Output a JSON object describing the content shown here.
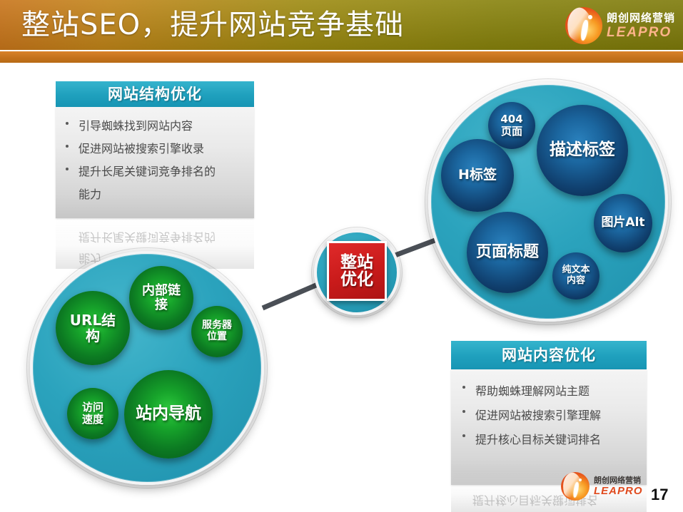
{
  "header": {
    "title": "整站SEO，提升网站竞争基础",
    "logo_cn": "朗创网络营销",
    "logo_en": "LEAPRO"
  },
  "footer": {
    "logo_cn": "朗创网络营销",
    "logo_en": "LEAPRO",
    "page_number": "17"
  },
  "center_badge": {
    "line1": "整站",
    "line2": "优化"
  },
  "panels": [
    {
      "id": "structure",
      "title": "网站结构优化",
      "bullets": [
        "引导蜘蛛找到网站内容",
        "促进网站被搜索引擎收录",
        "提升长尾关键词竞争排名的",
        "能力"
      ]
    },
    {
      "id": "content",
      "title": "网站内容优化",
      "bullets": [
        "帮助蜘蛛理解网站主题",
        "促进网站被搜索引擎理解",
        "提升核心目标关键词排名"
      ]
    }
  ],
  "clusters": [
    {
      "id": "structure-cluster",
      "color": "green",
      "bubbles": [
        {
          "label": "URL结构",
          "line1": "URL结",
          "line2": "构"
        },
        {
          "label": "内部链接",
          "line1": "内部链",
          "line2": "接"
        },
        {
          "label": "服务器位置",
          "line1": "服务器",
          "line2": "位置"
        },
        {
          "label": "访问速度",
          "line1": "访问",
          "line2": "速度"
        },
        {
          "label": "站内导航",
          "line1": "站内导航",
          "line2": ""
        }
      ]
    },
    {
      "id": "content-cluster",
      "color": "blue",
      "bubbles": [
        {
          "label": "404页面",
          "line1": "404",
          "line2": "页面"
        },
        {
          "label": "描述标签",
          "line1": "描述标签",
          "line2": ""
        },
        {
          "label": "H标签",
          "line1": "H标签",
          "line2": ""
        },
        {
          "label": "图片Alt",
          "line1": "图片Alt",
          "line2": ""
        },
        {
          "label": "页面标题",
          "line1": "页面标题",
          "line2": ""
        },
        {
          "label": "纯文本内容",
          "line1": "纯文本",
          "line2": "内容"
        }
      ]
    }
  ],
  "colors": {
    "panel_header": "#1fa0bd",
    "cluster_fill": "#2ba3bd",
    "bubble_green": "#17a42b",
    "bubble_blue": "#1b669f",
    "badge_red": "#c81a1a",
    "header_gold": "#9d8a10",
    "header_orange": "#c4721c"
  }
}
